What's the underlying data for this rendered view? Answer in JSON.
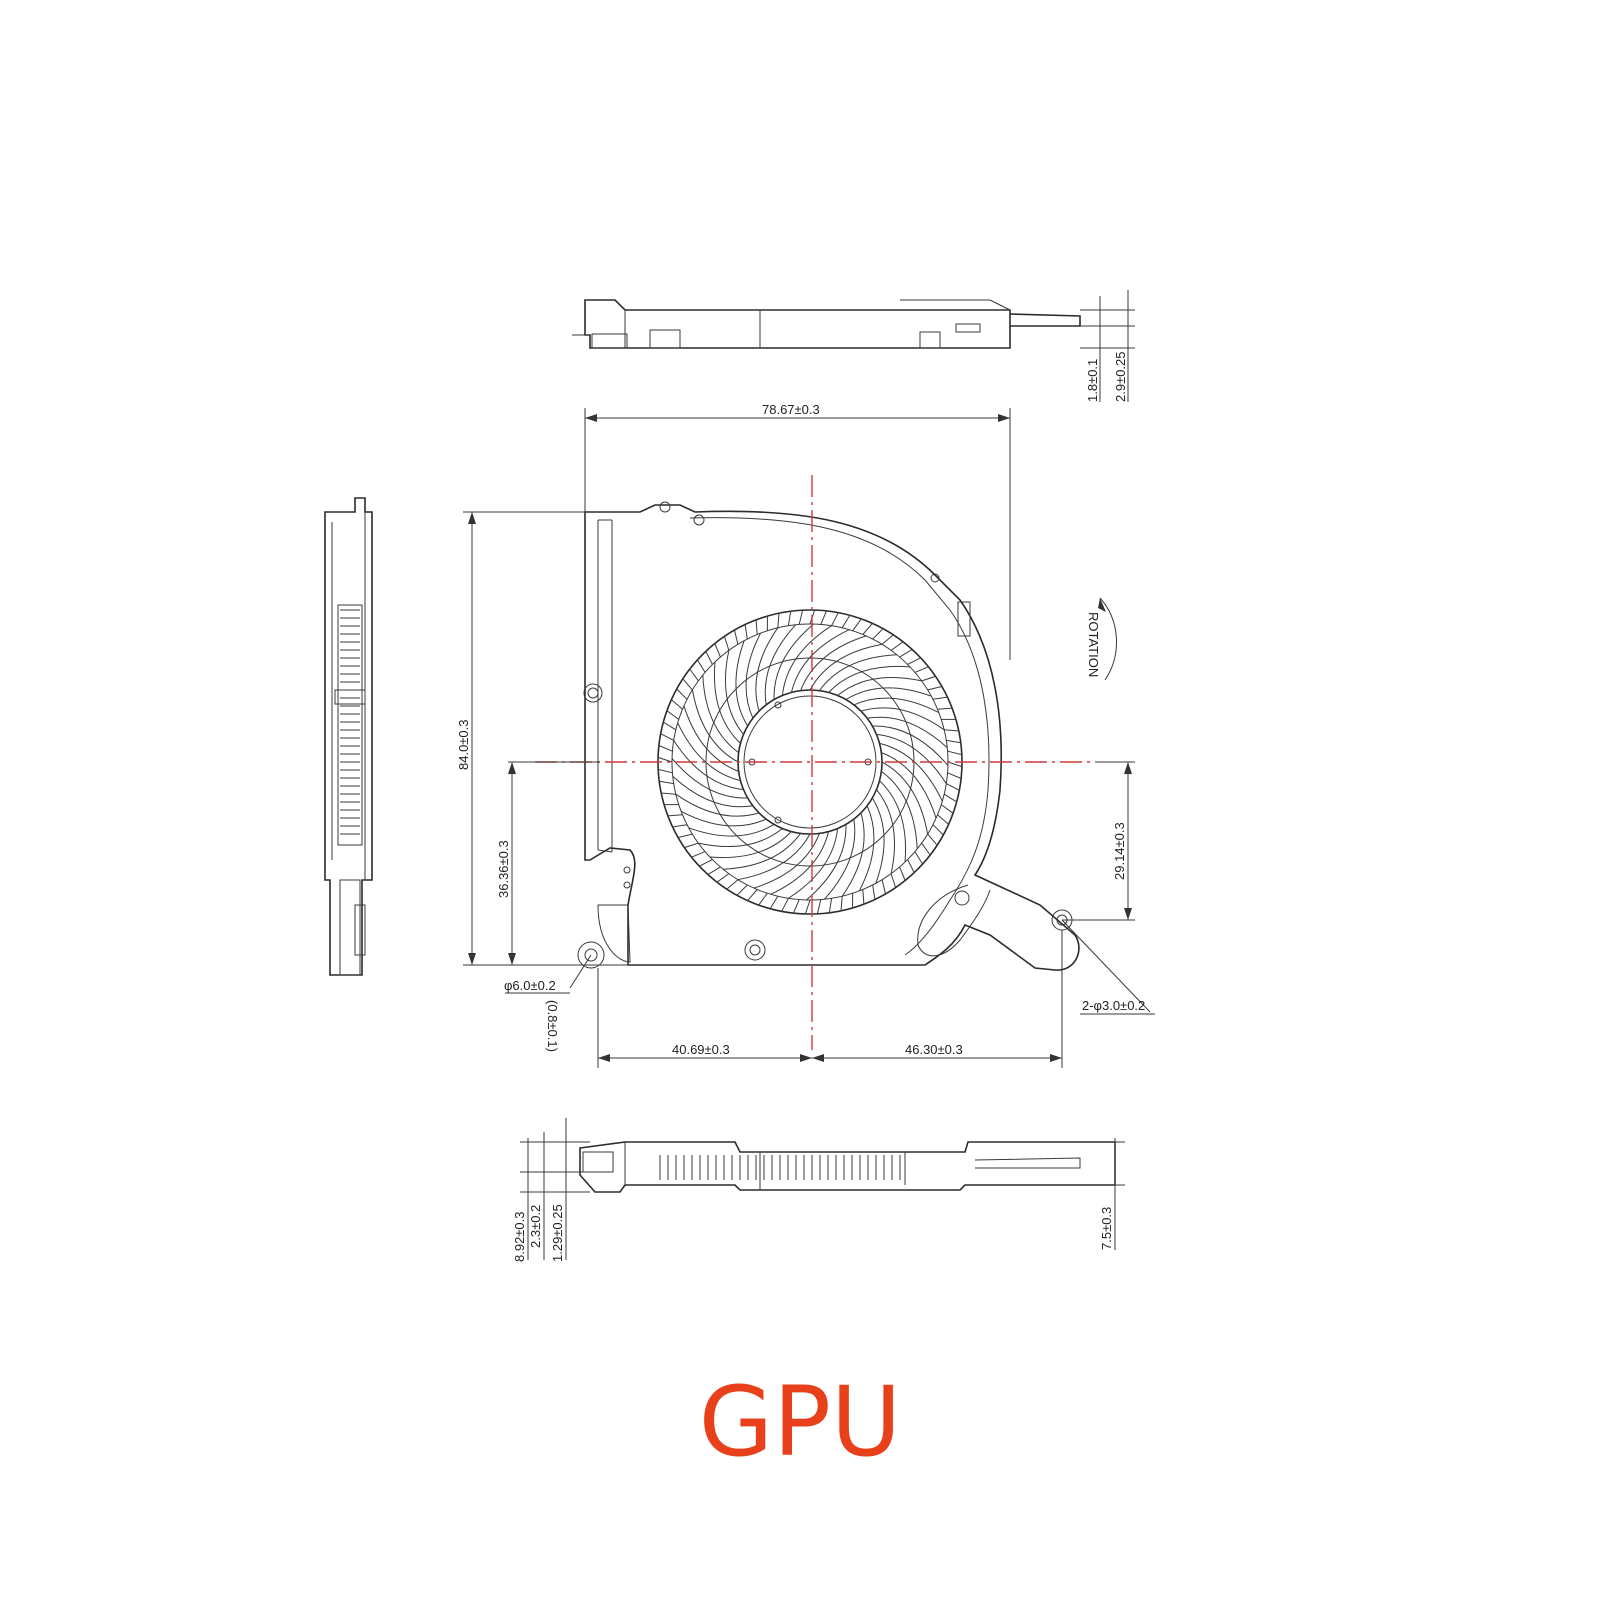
{
  "label": "GPU",
  "rotation_label": "ROTATION",
  "dimensions": {
    "width": "78.67±0.3",
    "height": "84.0±0.3",
    "left_offset": "36.36±0.3",
    "right_offset": "29.14±0.3",
    "bottom_left": "40.69±0.3",
    "bottom_right": "46.30±0.3",
    "hole_left": "φ6.0±0.2",
    "hole_right": "2-φ3.0±0.2",
    "boss": "(0.8±0.1)",
    "top_a": "1.8±0.1",
    "top_b": "2.9±0.25",
    "side_a": "8.92±0.3",
    "side_b": "2.3±0.2",
    "side_c": "1.29±0.25",
    "side_d": "7.5±0.3"
  },
  "colors": {
    "label": "#e8401a",
    "centerline": "#d23a3a",
    "line": "#2b2b2b"
  }
}
